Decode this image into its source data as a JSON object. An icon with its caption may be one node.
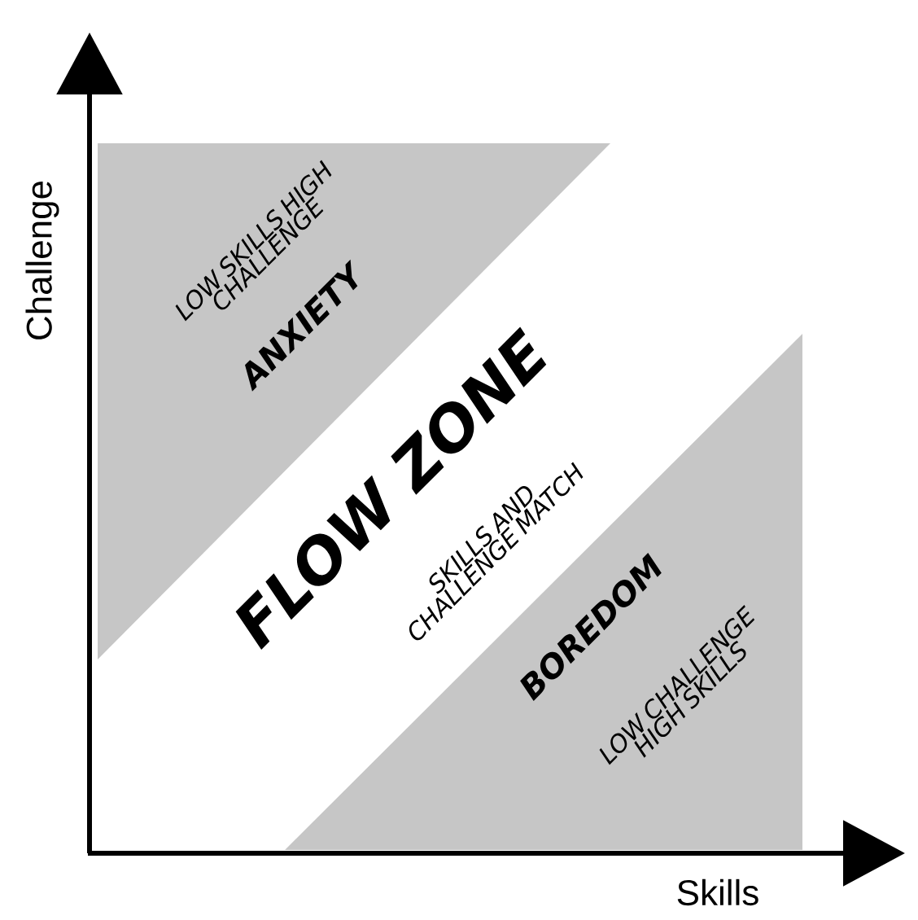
{
  "diagram": {
    "nodes": [
      {
        "text": [
          "LOW SKILLS HIGH CHALLENGE",
          "ANXIETY"
        ]
      },
      {
        "text": [
          "BOREDOM",
          "LOW CHALLENGE HIGH SKILLS"
        ]
      }
    ],
    "labels": [
      "Challenge",
      "FLOW ZONE",
      "SKILLS AND CHALLENGE MATCH",
      "Skills"
    ]
  }
}
